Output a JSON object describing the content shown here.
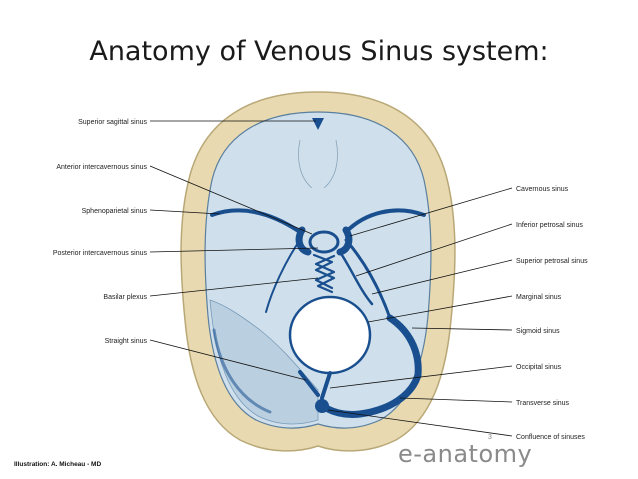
{
  "title": "Anatomy of Venous Sinus system:",
  "labels": {
    "superior_sagittal": "Superior sagittal sinus",
    "anterior_intercavernous": "Anterior intercavernous sinus",
    "sphenoparietal": "Sphenoparietal sinus",
    "posterior_intercavernous": "Posterior intercavernous sinus",
    "basilar_plexus": "Basilar plexus",
    "straight": "Straight sinus",
    "cavernous": "Cavernous sinus",
    "inferior_petrosal": "Inferior petrosal sinus",
    "superior_petrosal": "Superior petrosal sinus",
    "marginal": "Marginal sinus",
    "sigmoid": "Sigmoid sinus",
    "occipital": "Occipital sinus",
    "transverse": "Transverse sinus",
    "confluence": "Confluence of sinuses"
  },
  "credit": "Illustration: A. Micheau - MD",
  "watermark": "e-anatomy",
  "watermark_mark": "3",
  "colors": {
    "bone": "#e8d9b0",
    "dura": "#cfe0ec",
    "sinus": "#1a4f8f"
  }
}
